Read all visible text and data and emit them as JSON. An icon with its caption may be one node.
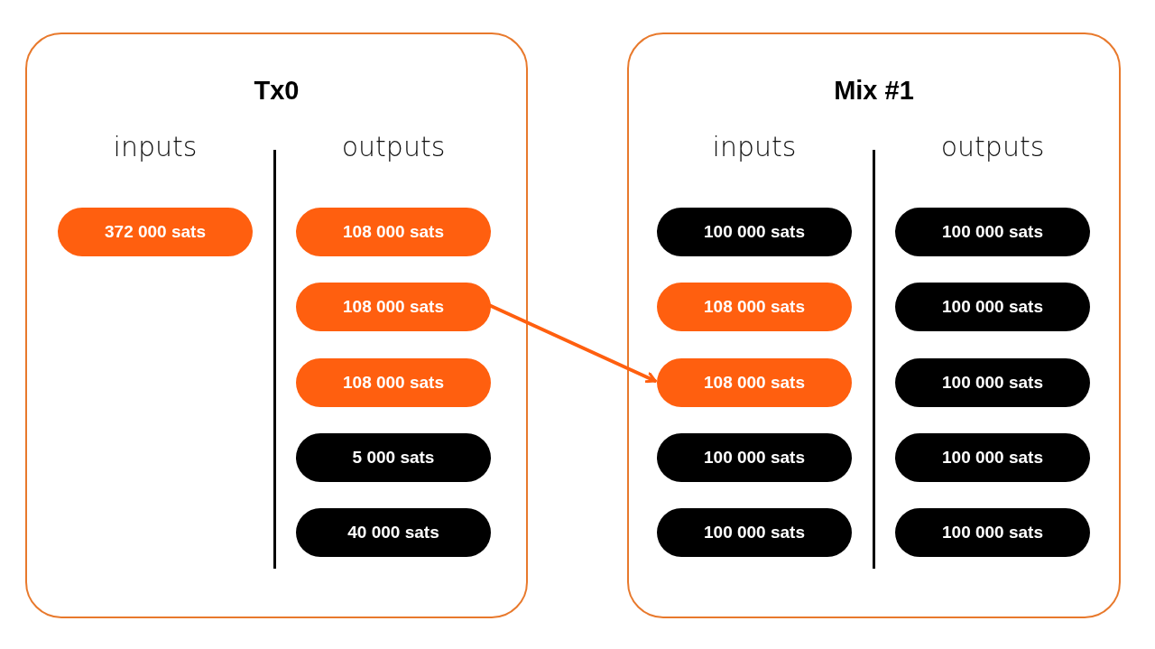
{
  "diagram": {
    "nodes": [
      {
        "text": [
          "Tx0"
        ]
      },
      {
        "text": [
          "372 000 sats"
        ],
        "in": 0
      },
      {
        "text": [
          "108 000 sats"
        ],
        "in": 0
      },
      {
        "text": [
          "108 000 sats"
        ],
        "in": 0
      },
      {
        "text": [
          "108 000 sats"
        ],
        "in": 0
      },
      {
        "text": [
          "5 000 sats"
        ],
        "in": 0
      },
      {
        "text": [
          "40 000 sats"
        ],
        "in": 0
      },
      {
        "text": [
          "Mix #1"
        ]
      },
      {
        "text": [
          "100 000 sats"
        ],
        "in": 7
      },
      {
        "text": [
          "108 000 sats"
        ],
        "in": 7
      },
      {
        "text": [
          "108 000 sats"
        ],
        "in": 7
      },
      {
        "text": [
          "100 000 sats"
        ],
        "in": 7
      },
      {
        "text": [
          "100 000 sats"
        ],
        "in": 7
      },
      {
        "text": [
          "100 000 sats"
        ],
        "in": 7
      },
      {
        "text": [
          "100 000 sats"
        ],
        "in": 7
      },
      {
        "text": [
          "100 000 sats"
        ],
        "in": 7
      },
      {
        "text": [
          "100 000 sats"
        ],
        "in": 7
      },
      {
        "text": [
          "100 000 sats"
        ],
        "in": 7
      }
    ],
    "edges": [
      {
        "from": 3,
        "to": 10,
        "arrow": "to"
      }
    ],
    "labels": [
      "inputs",
      "outputs",
      "inputs",
      "outputs"
    ]
  }
}
